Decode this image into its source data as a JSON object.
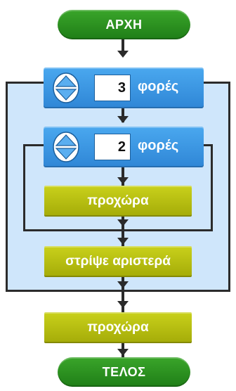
{
  "flow": {
    "start_label": "ΑΡΧΗ",
    "end_label": "ΤΕΛΟΣ",
    "outer_repeat": {
      "count": "3",
      "times_label": "φορές"
    },
    "inner_repeat": {
      "count": "2",
      "times_label": "φορές"
    },
    "inner_command": "προχώρα",
    "turn_command": "στρίψε αριστερά",
    "final_command": "προχώρα"
  },
  "colors": {
    "terminal": "#2a9220",
    "repeat_block": "#3b97e3",
    "command_block": "#b6bd10",
    "loop_region": "#cfe6fb",
    "connector": "#2b2b2b"
  }
}
